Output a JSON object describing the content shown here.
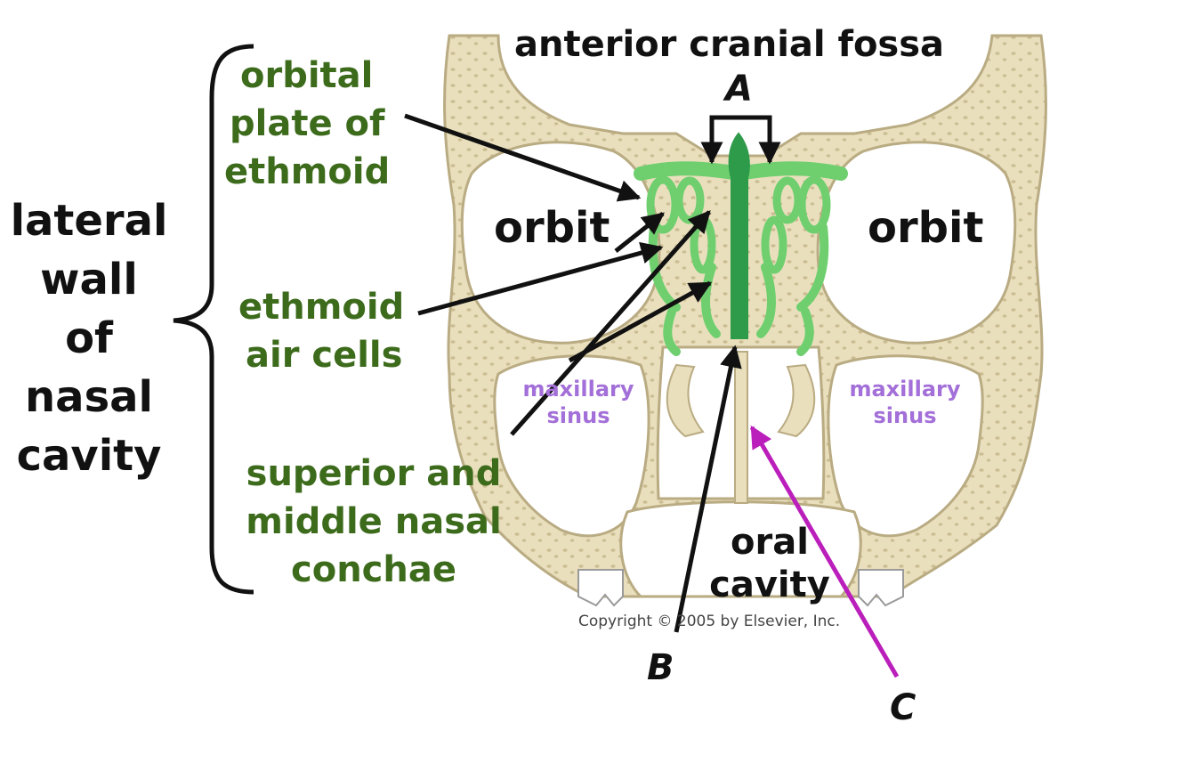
{
  "colors": {
    "bone": "#e9dfbd",
    "bone_outline": "#b9ab82",
    "ethmoid": "#6fcf6f",
    "ethmoid_dark": "#2e9b4a",
    "arrow_black": "#111111",
    "arrow_c": "#bb1fbb",
    "label_green": "#3d6b1c",
    "label_purple": "#a36fd8"
  },
  "labels": {
    "anterior_cranial_fossa": "anterior cranial fossa",
    "A": "A",
    "B": "B",
    "C": "C",
    "orbit_left": "orbit",
    "orbit_right": "orbit",
    "lateral_wall": [
      "lateral",
      "wall",
      "of",
      "nasal",
      "cavity"
    ],
    "orbital_plate": [
      "orbital",
      "plate of",
      "ethmoid"
    ],
    "ethmoid_air_cells": [
      "ethmoid",
      "air cells"
    ],
    "conchae": [
      "superior and",
      "middle nasal",
      "conchae"
    ],
    "maxillary_left": [
      "maxillary",
      "sinus"
    ],
    "maxillary_right": [
      "maxillary",
      "sinus"
    ],
    "oral_cavity": [
      "oral",
      "cavity"
    ],
    "copyright": "Copyright © 2005 by Elsevier, Inc."
  }
}
